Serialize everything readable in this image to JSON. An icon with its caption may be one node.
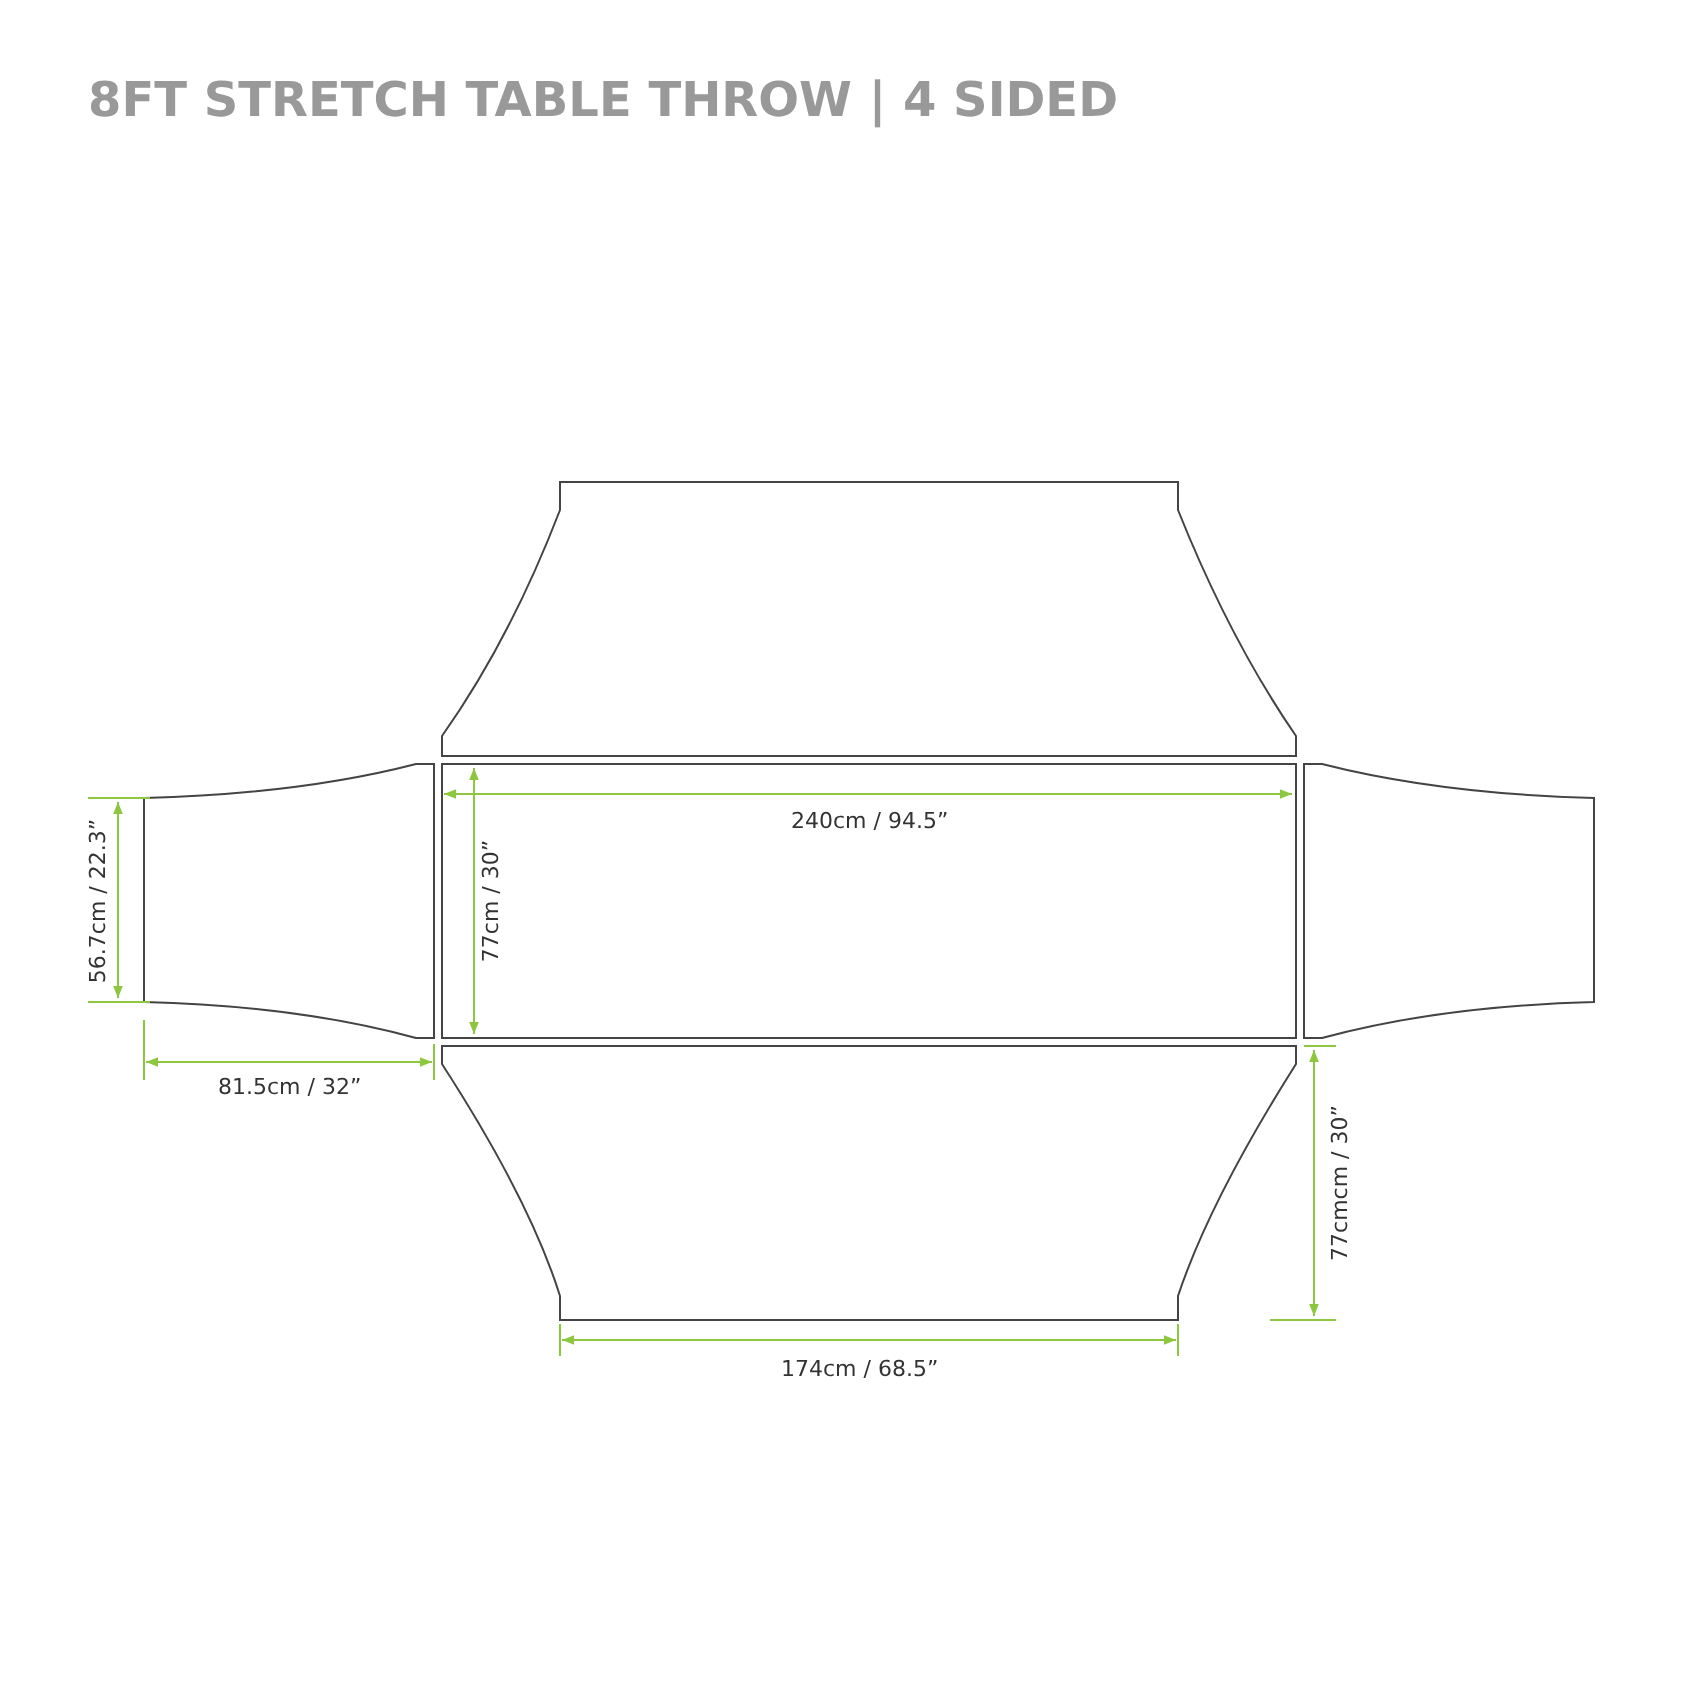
{
  "diagram": {
    "title": "8FT STRETCH TABLE THROW | 4 SIDED",
    "labels": [
      "240cm / 94.5”",
      "77cm / 30”",
      "56.7cm / 22.3”",
      "81.5cm / 32”",
      "77cmcm / 30”",
      "174cm / 68.5”"
    ]
  }
}
